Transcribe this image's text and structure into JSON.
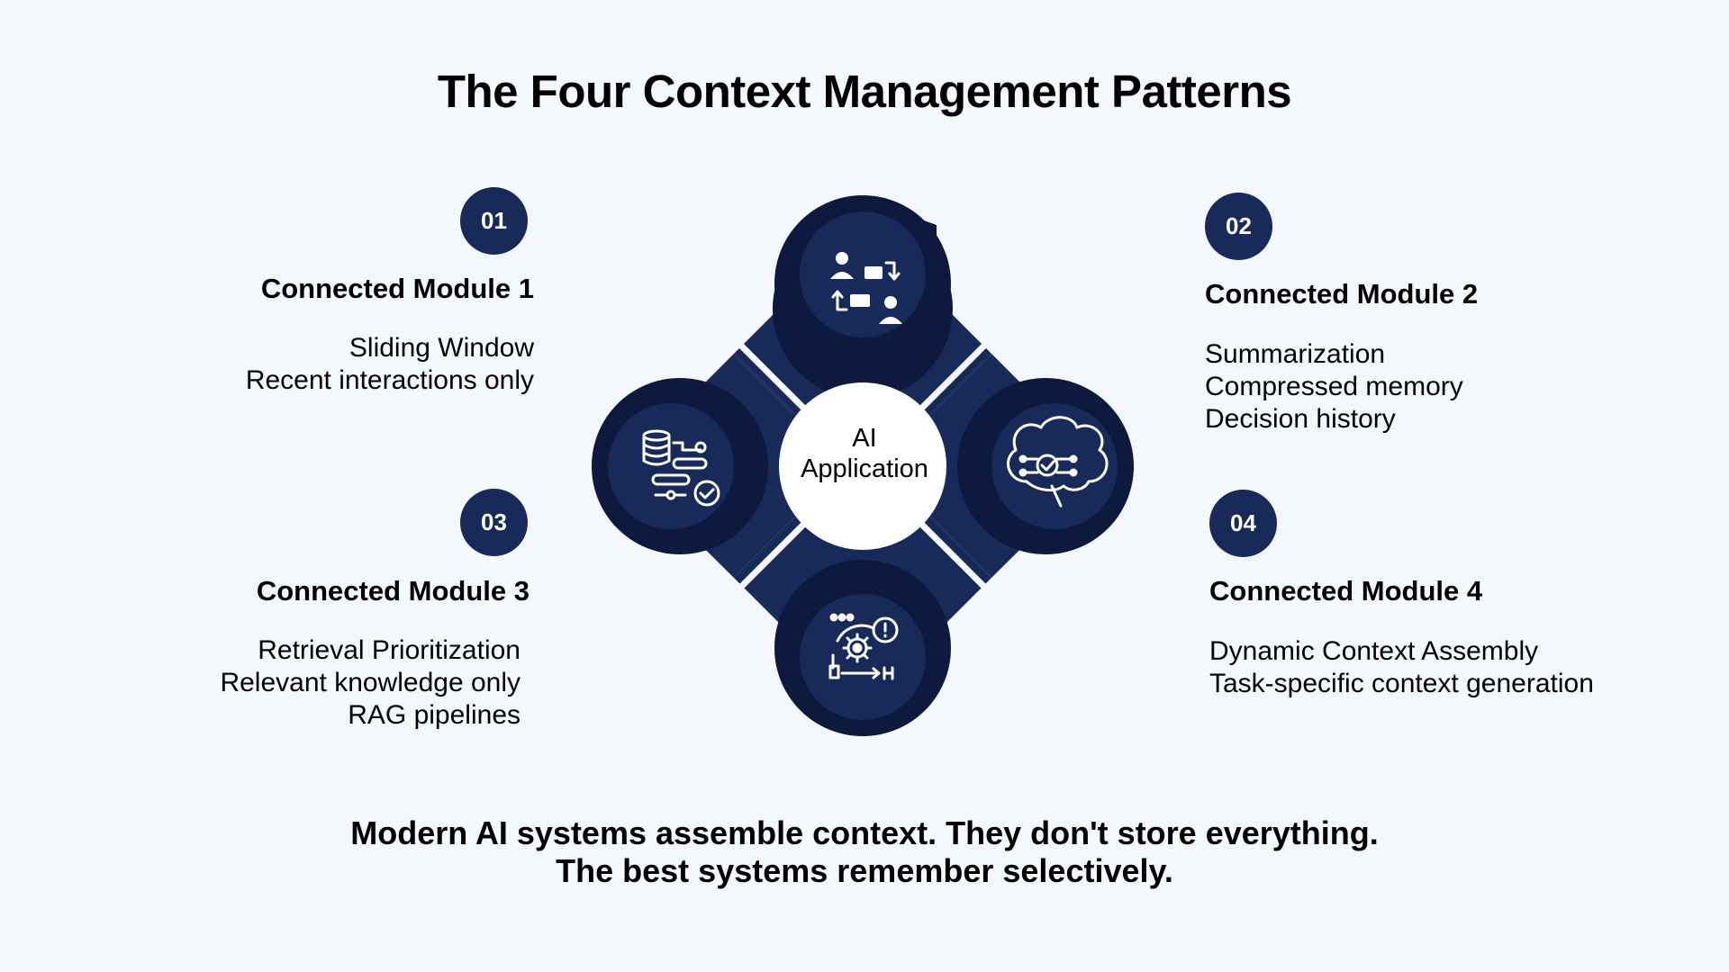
{
  "title": "The Four Context Management Patterns",
  "center_label": [
    "AI",
    "Application"
  ],
  "modules": [
    {
      "number": "01",
      "title": "Connected Module 1",
      "lines": [
        "Sliding Window",
        "Recent interactions only"
      ],
      "icon": "conversation-exchange-icon"
    },
    {
      "number": "02",
      "title": "Connected Module 2",
      "lines": [
        "Summarization",
        "Compressed memory",
        "Decision history"
      ],
      "icon": "brain-circuit-icon"
    },
    {
      "number": "03",
      "title": "Connected Module 3",
      "lines": [
        "Retrieval Prioritization",
        "Relevant knowledge only",
        "RAG pipelines"
      ],
      "icon": "database-workflow-icon"
    },
    {
      "number": "04",
      "title": "Connected Module 4",
      "lines": [
        "Dynamic Context Assembly",
        "Task-specific context generation"
      ],
      "icon": "gear-process-icon"
    }
  ],
  "footer": [
    "Modern AI systems assemble context. They don't store everything.",
    "The best systems remember selectively."
  ],
  "colors": {
    "navy": "#172a5a",
    "dark_navy": "#0d1a3e",
    "background": "#f4f8fc",
    "white": "#ffffff"
  }
}
